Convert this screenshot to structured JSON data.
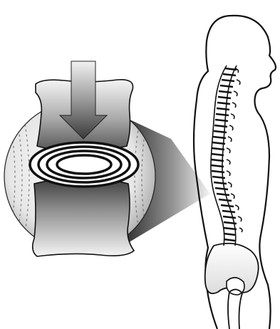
{
  "illustration": {
    "subject": "spine",
    "zoom_view": "compressed-intervertebral-disc",
    "body_view": "human-silhouette-side-profile",
    "force_direction": "down"
  },
  "colors": {
    "outline": "#111111",
    "background": "#ffffff",
    "gradient_dark": "#3a3a3a",
    "gradient_mid": "#9a9a9a",
    "gradient_light": "#f4f4f4"
  }
}
